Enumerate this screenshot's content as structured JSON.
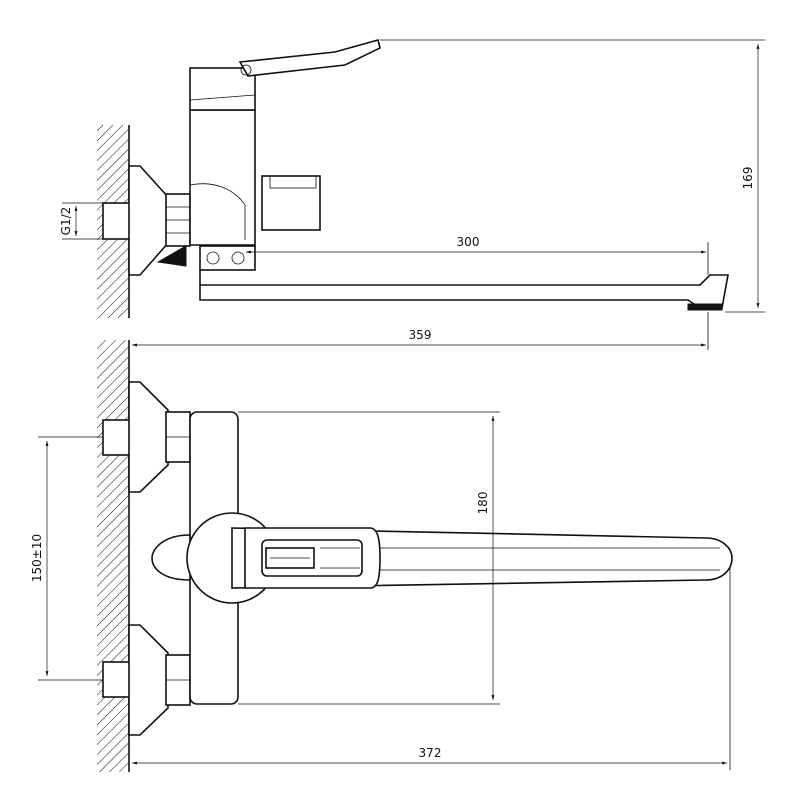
{
  "dimensions": {
    "total_height": "169",
    "spout_reach": "300",
    "side_length": "359",
    "thread": "G1/2",
    "body_height": "180",
    "inlet_spacing": "150±10",
    "top_length": "372"
  }
}
